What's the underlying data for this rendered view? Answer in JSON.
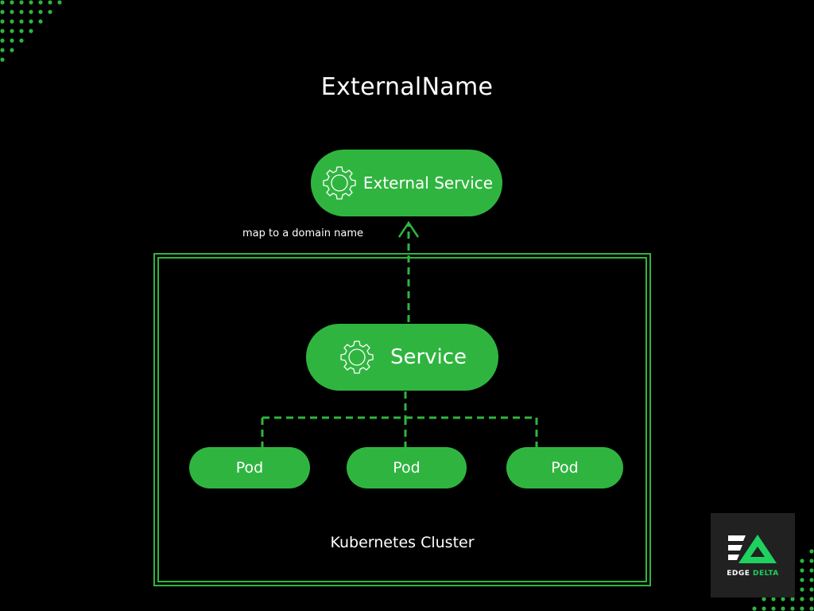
{
  "title": "ExternalName",
  "external_service": {
    "label": "External Service",
    "icon": "gear-icon"
  },
  "connector_label": "map to a domain name",
  "service": {
    "label": "Service",
    "icon": "gear-icon"
  },
  "pods": [
    {
      "label": "Pod"
    },
    {
      "label": "Pod"
    },
    {
      "label": "Pod"
    }
  ],
  "cluster": {
    "label": "Kubernetes Cluster"
  },
  "logo": {
    "word1": "EDGE",
    "word2": "DELTA"
  },
  "colors": {
    "accent": "#2fb53f",
    "background": "#000000",
    "logo_bg": "#212121",
    "logo_green": "#1fd15e"
  }
}
